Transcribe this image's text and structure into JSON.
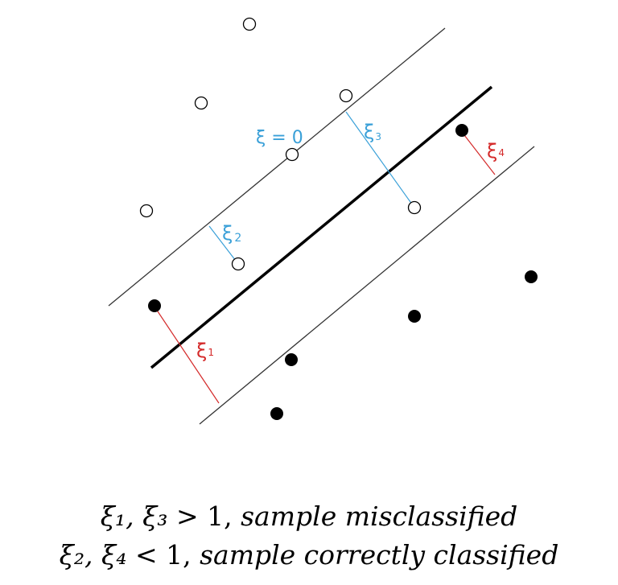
{
  "diagram": {
    "labels": {
      "xi_zero": "ξ = 0",
      "xi_1": "ξ",
      "xi_1_sub": "1",
      "xi_2": "ξ",
      "xi_2_sub": "2",
      "xi_3": "ξ",
      "xi_3_sub": "3",
      "xi_4": "ξ",
      "xi_4_sub": "4"
    },
    "colors": {
      "blue": "#3aa0d8",
      "red": "#d42a2a",
      "line": "#000000"
    }
  },
  "caption": {
    "line1_vars": "ξ₁, ξ₃",
    "line1_op": "> 1,",
    "line1_text": "sample misclassified",
    "line2_vars": "ξ₂, ξ₄",
    "line2_op": "< 1,",
    "line2_text": "sample correctly classified"
  }
}
